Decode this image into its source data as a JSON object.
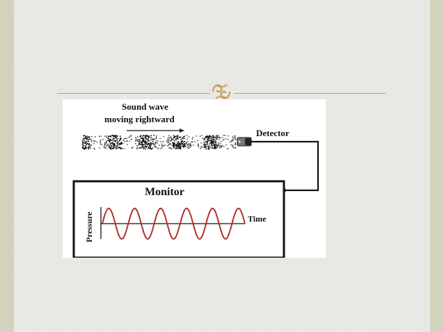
{
  "diagram": {
    "wave_label_line1": "Sound wave",
    "wave_label_line2": "moving rightward",
    "detector_label": "Detector",
    "monitor_label": "Monitor",
    "pressure_label": "Pressure",
    "time_label": "Time"
  },
  "colors": {
    "background": "#e6e7e2",
    "side_border": "#d3d2bd",
    "accent_rule": "#c8a05a",
    "wave_trace": "#b03030"
  },
  "icons": {
    "title_ornament": "swirl-ornament-icon"
  }
}
